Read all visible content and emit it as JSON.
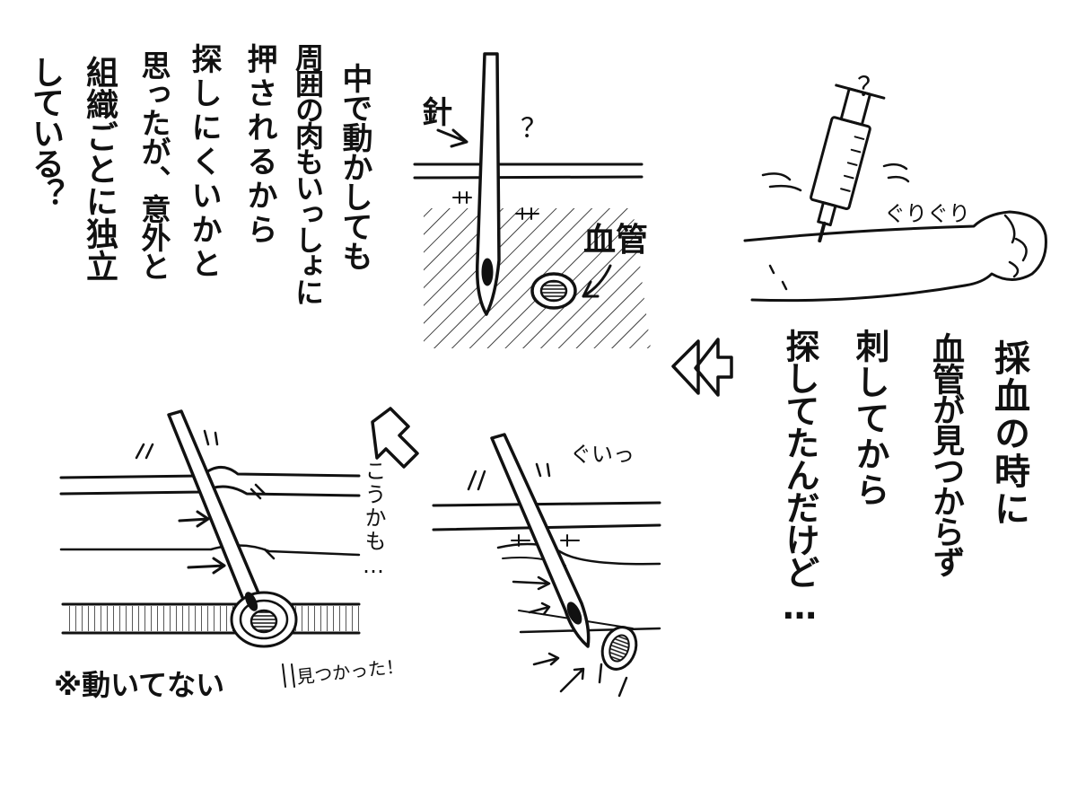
{
  "story": {
    "top_right_lines": [
      "採血の時に",
      "血管が見つからず",
      "刺してから",
      "探してたんだけど…"
    ],
    "top_left_lines": [
      "中で動かしても",
      "周囲の肉もいっしょに",
      "押されるから",
      "探しにくいかと",
      "思ったが、意外と",
      "組織ごとに独立",
      "している？"
    ]
  },
  "labels": {
    "question_mark": "？",
    "guri_guri": "ぐりぐり",
    "needle": "針",
    "blood_vessel": "血管",
    "gui": "ぐいっ",
    "kou_kamo": "こうかも…",
    "found": "見つかった！",
    "note": "※動いてない"
  },
  "colors": {
    "ink": "#111111",
    "paper": "#ffffff"
  }
}
